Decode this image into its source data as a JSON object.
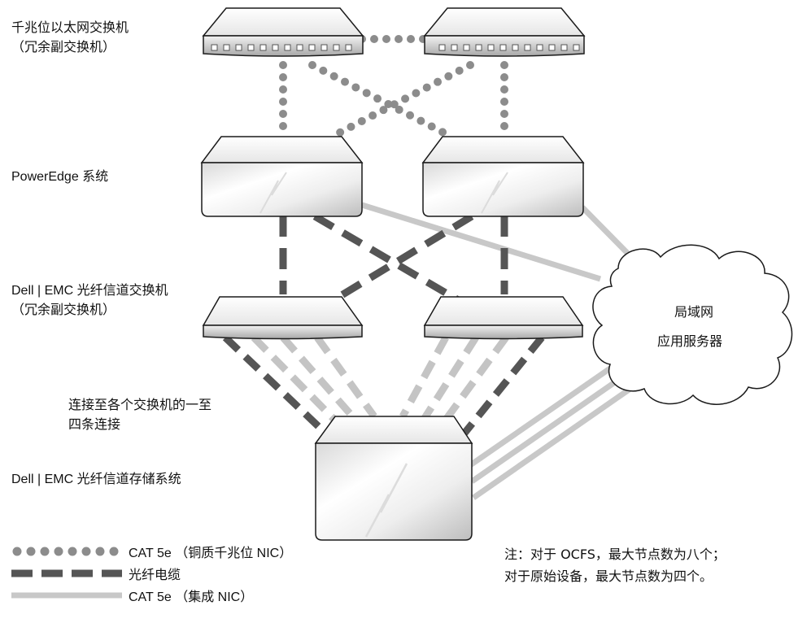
{
  "labels": {
    "gigabit_switch": [
      "千兆位以太网交换机",
      "（冗余副交换机）"
    ],
    "poweredge": "PowerEdge 系统",
    "fc_switch": [
      "Dell | EMC 光纤信道交换机",
      "（冗余副交换机）"
    ],
    "connections": [
      "连接至各个交换机的一至",
      "四条连接"
    ],
    "storage": "Dell | EMC 光纤信道存储系统",
    "lan": [
      "局域网",
      "应用服务器"
    ]
  },
  "legend": [
    {
      "style": "dotted",
      "text": "CAT 5e （铜质千兆位 NIC）"
    },
    {
      "style": "dashed",
      "text": "光纤电缆"
    },
    {
      "style": "solid",
      "text": "CAT 5e （集成 NIC）"
    }
  ],
  "note": [
    "注：对于 OCFS，最大节点数为八个；",
    "对于原始设备，最大节点数为四个。"
  ],
  "colors": {
    "dotted": "#8c8c8c",
    "dashed_dark": "#555555",
    "dashed_light": "#c4c4c4",
    "solid": "#c8c8c8",
    "outline": "#1a1a1a"
  }
}
